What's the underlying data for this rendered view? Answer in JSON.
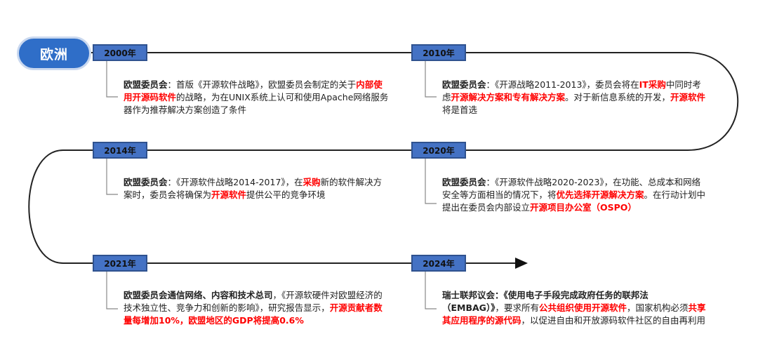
{
  "region": "欧洲",
  "milestones": [
    {
      "year": "2000年",
      "parts": [
        {
          "t": "欧盟委员会",
          "s": "b"
        },
        {
          "t": "：首版《开源软件战略》，欧盟委员会制定的关于",
          "s": ""
        },
        {
          "t": "内部使用开源码软件",
          "s": "hl"
        },
        {
          "t": "的战略，为在UNIX系统上认可和使用Apache网络服务器作为推荐解决方案创造了条件",
          "s": ""
        }
      ]
    },
    {
      "year": "2010年",
      "parts": [
        {
          "t": "欧盟委员会",
          "s": "b"
        },
        {
          "t": "：《开源战略2011-2013》，委员会将在",
          "s": ""
        },
        {
          "t": "IT采购",
          "s": "hl"
        },
        {
          "t": "中同时考虑",
          "s": ""
        },
        {
          "t": "开源解决方案和专有解决方案",
          "s": "hl"
        },
        {
          "t": "。对于新信息系统的开发，",
          "s": ""
        },
        {
          "t": "开源软件",
          "s": "hl"
        },
        {
          "t": "将是首选",
          "s": ""
        }
      ]
    },
    {
      "year": "2014年",
      "parts": [
        {
          "t": "欧盟委员会",
          "s": "b"
        },
        {
          "t": "：《开源软件战略2014-2017》，在",
          "s": ""
        },
        {
          "t": "采购",
          "s": "hl"
        },
        {
          "t": "新的软件解决方案时，委员会将确保为",
          "s": ""
        },
        {
          "t": "开源软件",
          "s": "hl"
        },
        {
          "t": "提供公平的竞争环境",
          "s": ""
        }
      ]
    },
    {
      "year": "2020年",
      "parts": [
        {
          "t": "欧盟委员会",
          "s": "b"
        },
        {
          "t": "：《开源软件战略2020-2023》，在功能、总成本和网络安全等方面相当的情况下，将",
          "s": ""
        },
        {
          "t": "优先选择开源解决方案",
          "s": "hl"
        },
        {
          "t": "。在行动计划中提出在委员会内部设立",
          "s": ""
        },
        {
          "t": "开源项目办公室（OSPO）",
          "s": "hl"
        }
      ]
    },
    {
      "year": "2021年",
      "parts": [
        {
          "t": "欧盟委员会通信网络、内容和技术总司",
          "s": "b"
        },
        {
          "t": "，《开源软硬件对欧盟经济的技术独立性、竞争力和创新的影响》，研究报告显示，",
          "s": ""
        },
        {
          "t": "开源贡献者数量每增加10%，欧盟地区的GDP将提高0.6%",
          "s": "hl"
        }
      ]
    },
    {
      "year": "2024年",
      "parts": [
        {
          "t": "瑞士联邦议会：《使用电子手段完成政府任务的联邦法（EMBAG）》",
          "s": "b"
        },
        {
          "t": "，要求所有",
          "s": ""
        },
        {
          "t": "公共组织使用开源软件",
          "s": "hl"
        },
        {
          "t": "，国家机构必须",
          "s": ""
        },
        {
          "t": "共享其应用程序的源代码",
          "s": "hl"
        },
        {
          "t": "，以促进自由和开放源码软件社区的自由再利用",
          "s": ""
        }
      ]
    }
  ]
}
